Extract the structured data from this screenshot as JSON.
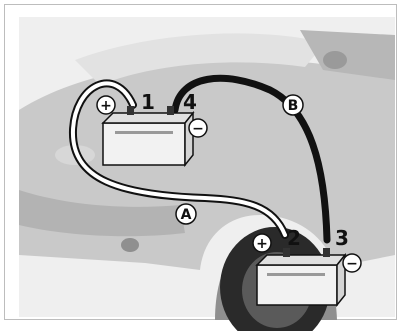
{
  "diagram": {
    "terminal_labels": [
      "1",
      "2",
      "3",
      "4"
    ],
    "cable_labels": [
      "A",
      "B"
    ],
    "polarity": {
      "positive": "+",
      "negative": "−"
    }
  },
  "colors": {
    "car_body": "#c9c9c9",
    "car_shadow": "#a9a9a9",
    "battery": "#f2f2f2",
    "cable_red": "#ffffff",
    "cable_black": "#1a1a1a",
    "tire": "#2a2a2a"
  }
}
